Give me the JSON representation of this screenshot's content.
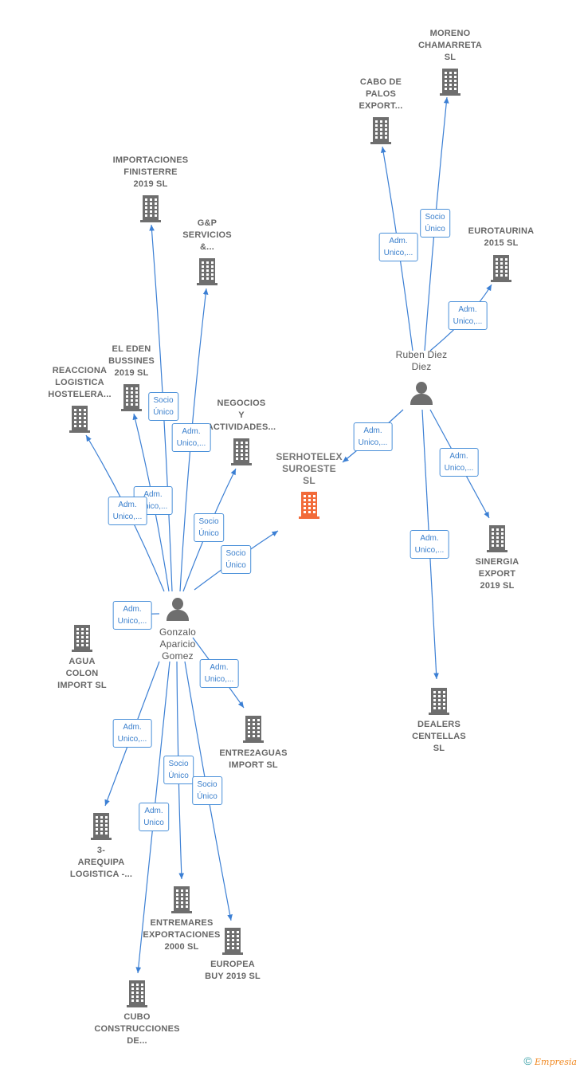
{
  "colors": {
    "edge": "#3b7fd4",
    "company_icon": "#6e6e6e",
    "main_company_icon": "#f26b3a",
    "node_label": "#666666",
    "edge_label_text": "#3a7fcc"
  },
  "nodes": {
    "serhotelex": {
      "type": "company-main",
      "label": [
        "SERHOTELEX",
        "SUROESTE",
        "SL"
      ]
    },
    "ruben": {
      "type": "person",
      "label": [
        "Ruben Diez",
        "Diez"
      ]
    },
    "gonzalo": {
      "type": "person",
      "label": [
        "Gonzalo",
        "Aparicio",
        "Gomez"
      ]
    },
    "moreno": {
      "type": "company",
      "label": [
        "MORENO",
        "CHAMARRETA",
        "SL"
      ]
    },
    "cabo": {
      "type": "company",
      "label": [
        "CABO DE",
        "PALOS",
        "EXPORT..."
      ]
    },
    "eurotaurina": {
      "type": "company",
      "label": [
        "EUROTAURINA",
        "2015  SL"
      ]
    },
    "sinergia": {
      "type": "company",
      "label": [
        "SINERGIA",
        "EXPORT",
        "2019  SL"
      ]
    },
    "dealers": {
      "type": "company",
      "label": [
        "DEALERS",
        "CENTELLAS",
        "SL"
      ]
    },
    "importaciones": {
      "type": "company",
      "label": [
        "IMPORTACIONES",
        "FINISTERRE",
        "2019  SL"
      ]
    },
    "gp": {
      "type": "company",
      "label": [
        "G&P",
        "SERVICIOS",
        "&..."
      ]
    },
    "eden": {
      "type": "company",
      "label": [
        "EL EDEN",
        "BUSSINES",
        "2019  SL"
      ]
    },
    "reacciona": {
      "type": "company",
      "label": [
        "REACCIONA",
        "LOGISTICA",
        "HOSTELERA..."
      ]
    },
    "negocios": {
      "type": "company",
      "label": [
        "NEGOCIOS",
        "Y",
        "ACTIVIDADES..."
      ]
    },
    "agua": {
      "type": "company",
      "label": [
        "AGUA",
        "COLON",
        "IMPORT  SL"
      ]
    },
    "entre2aguas": {
      "type": "company",
      "label": [
        "ENTRE2AGUAS",
        "IMPORT  SL"
      ]
    },
    "arequipa": {
      "type": "company",
      "label": [
        "3-",
        "AREQUIPA",
        "LOGISTICA -..."
      ]
    },
    "entremares": {
      "type": "company",
      "label": [
        "ENTREMARES",
        "EXPORTACIONES",
        "2000  SL"
      ]
    },
    "europea": {
      "type": "company",
      "label": [
        "EUROPEA",
        "BUY 2019  SL"
      ]
    },
    "cubo": {
      "type": "company",
      "label": [
        "CUBO",
        "CONSTRUCCIONES",
        "DE..."
      ]
    }
  },
  "edges": [
    {
      "from": "ruben",
      "to": "moreno",
      "label": [
        "Socio",
        "Único"
      ]
    },
    {
      "from": "ruben",
      "to": "cabo",
      "label": [
        "Adm.",
        "Unico,..."
      ]
    },
    {
      "from": "ruben",
      "to": "eurotaurina",
      "label": [
        "Adm.",
        "Unico,..."
      ]
    },
    {
      "from": "ruben",
      "to": "serhotelex",
      "label": [
        "Adm.",
        "Unico,..."
      ]
    },
    {
      "from": "ruben",
      "to": "sinergia",
      "label": [
        "Adm.",
        "Unico,..."
      ]
    },
    {
      "from": "ruben",
      "to": "dealers",
      "label": [
        "Adm.",
        "Unico,..."
      ]
    },
    {
      "from": "gonzalo",
      "to": "importaciones",
      "label": [
        "Socio",
        "Único"
      ]
    },
    {
      "from": "gonzalo",
      "to": "gp",
      "label": [
        "Adm.",
        "Unico,..."
      ]
    },
    {
      "from": "gonzalo",
      "to": "eden",
      "label": [
        "Adm.",
        "Unico,..."
      ]
    },
    {
      "from": "gonzalo",
      "to": "reacciona",
      "label": [
        "Adm.",
        "Unico,..."
      ]
    },
    {
      "from": "gonzalo",
      "to": "negocios",
      "label": [
        "Socio",
        "Único"
      ]
    },
    {
      "from": "gonzalo",
      "to": "serhotelex",
      "label": [
        "Socio",
        "Único"
      ]
    },
    {
      "from": "gonzalo",
      "to": "agua",
      "label": [
        "Adm.",
        "Unico,..."
      ]
    },
    {
      "from": "gonzalo",
      "to": "entre2aguas",
      "label": [
        "Adm.",
        "Unico,..."
      ]
    },
    {
      "from": "gonzalo",
      "to": "arequipa",
      "label": [
        "Adm.",
        "Unico,..."
      ]
    },
    {
      "from": "gonzalo",
      "to": "entremares",
      "label": [
        "Socio",
        "Único"
      ]
    },
    {
      "from": "gonzalo",
      "to": "europea",
      "label": [
        "Socio",
        "Único"
      ]
    },
    {
      "from": "gonzalo",
      "to": "cubo",
      "label": [
        "Adm.",
        "Unico"
      ]
    }
  ],
  "footer": {
    "copyright": "©",
    "brand": "Empresia"
  }
}
